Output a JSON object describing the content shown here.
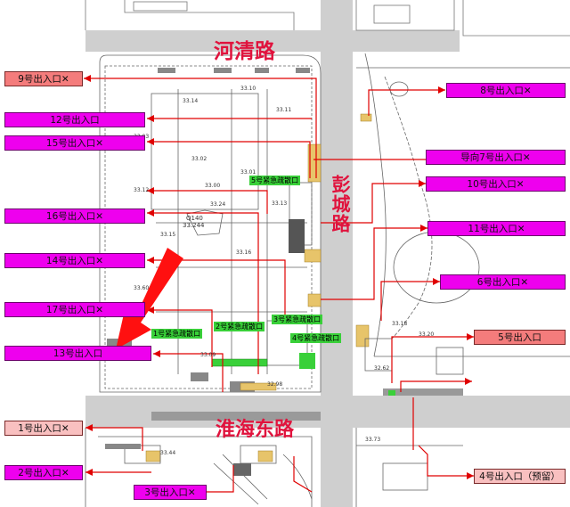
{
  "roads": {
    "north": "河清路",
    "east": "彭城路",
    "south": "淮海东路"
  },
  "station": {
    "code": "Q140",
    "elev": "33.244"
  },
  "exits": [
    {
      "id": "exit-9",
      "label": "9号出入口✕",
      "style": "res"
    },
    {
      "id": "exit-12",
      "label": "12号出入口",
      "style": "mag"
    },
    {
      "id": "exit-15",
      "label": "15号出入口✕",
      "style": "mag"
    },
    {
      "id": "exit-16",
      "label": "16号出入口✕",
      "style": "mag"
    },
    {
      "id": "exit-14",
      "label": "14号出入口✕",
      "style": "mag"
    },
    {
      "id": "exit-17",
      "label": "17号出入口✕",
      "style": "mag"
    },
    {
      "id": "exit-13",
      "label": "13号出入口",
      "style": "mag"
    },
    {
      "id": "exit-8",
      "label": "8号出入口✕",
      "style": "mag"
    },
    {
      "id": "guide-7",
      "label": "导向7号出入口✕",
      "style": "mag"
    },
    {
      "id": "exit-10",
      "label": "10号出入口✕",
      "style": "mag"
    },
    {
      "id": "exit-11",
      "label": "11号出入口✕",
      "style": "mag"
    },
    {
      "id": "exit-6",
      "label": "6号出入口✕",
      "style": "mag"
    },
    {
      "id": "exit-5",
      "label": "5号出入口",
      "style": "res"
    },
    {
      "id": "exit-1",
      "label": "1号出入口✕",
      "style": "pink"
    },
    {
      "id": "exit-2",
      "label": "2号出入口✕",
      "style": "mag"
    },
    {
      "id": "exit-3",
      "label": "3号出入口✕",
      "style": "mag"
    },
    {
      "id": "exit-4",
      "label": "4号出入口（预留）",
      "style": "pink"
    }
  ],
  "emergency": [
    {
      "id": "em-5",
      "label": "5号紧急疏散口"
    },
    {
      "id": "em-1",
      "label": "1号紧急疏散口"
    },
    {
      "id": "em-2",
      "label": "2号紧急疏散口"
    },
    {
      "id": "em-3",
      "label": "3号紧急疏散口"
    },
    {
      "id": "em-4",
      "label": "4号紧急疏散口"
    }
  ],
  "elevations": [
    "33.14",
    "33.10",
    "33.02",
    "33.01",
    "33.03",
    "33.00",
    "33.15",
    "33.16",
    "33.11",
    "33.13",
    "33.12",
    "33.24",
    "33.18",
    "33.20",
    "32.62",
    "33.60",
    "32.98",
    "33.73",
    "33.44",
    "33.09"
  ],
  "colors": {
    "exit_label": "#ee00ee",
    "reserved_label": "#f47c7c",
    "leader_line": "#e00000",
    "emergency": "#39d039",
    "road_name": "#e0133d",
    "arrow": "#ff1010"
  }
}
